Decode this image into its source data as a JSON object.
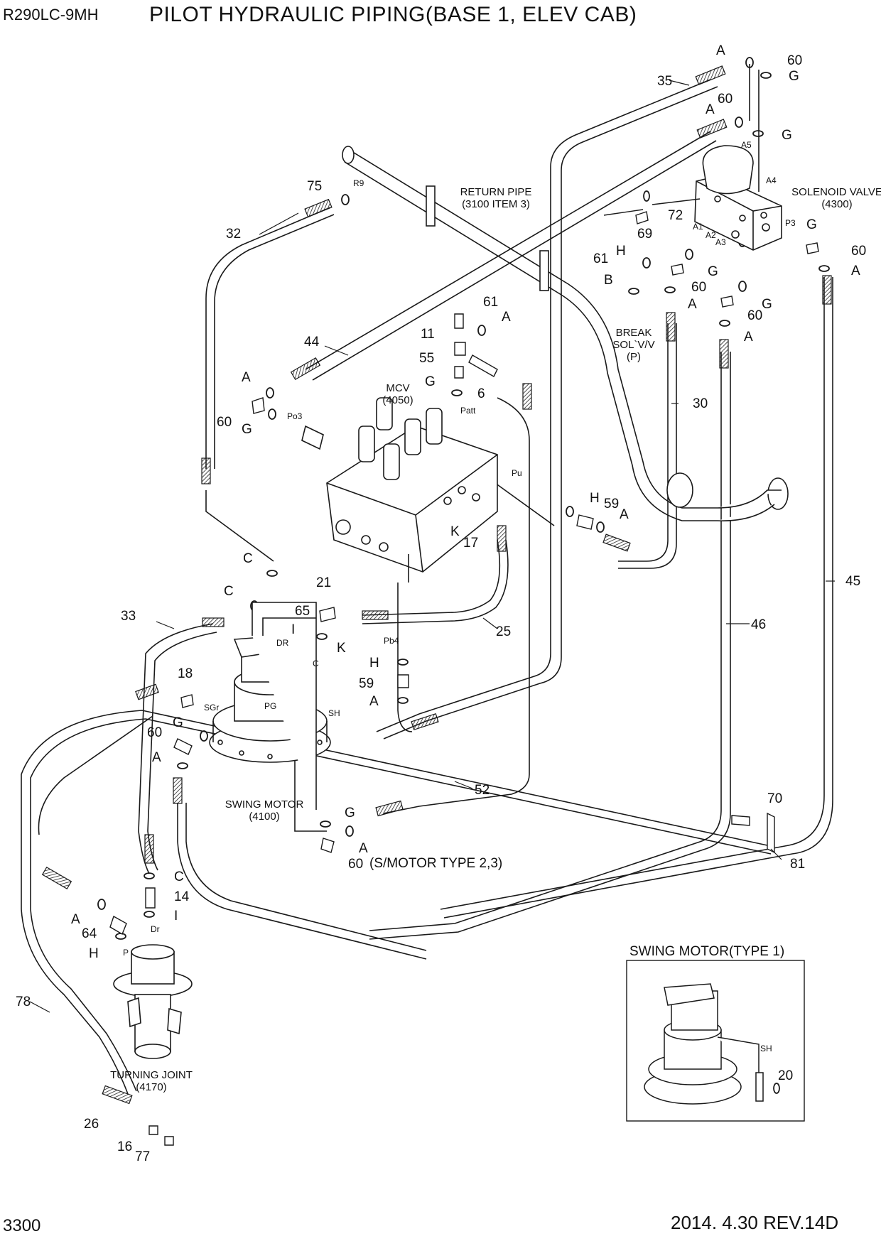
{
  "header": {
    "model": "R290LC-9MH",
    "title": "PILOT HYDRAULIC PIPING(BASE 1, ELEV CAB)"
  },
  "footer": {
    "page": "3300",
    "date_rev": "2014. 4.30  REV.14D"
  },
  "components": {
    "return_pipe": [
      "RETURN PIPE",
      "(3100 ITEM 3)"
    ],
    "solenoid_valve": [
      "SOLENOID VALVE",
      "(4300)"
    ],
    "mcv": [
      "MCV",
      "(4050)"
    ],
    "break_sol": [
      "BREAK",
      "SOL`V/V",
      "(P)"
    ],
    "swing_motor": [
      "SWING MOTOR",
      "(4100)"
    ],
    "turning_joint": [
      "TURNING JOINT",
      "(4170)"
    ],
    "smotor_type": "(S/MOTOR TYPE 2,3)",
    "inset_title": "SWING MOTOR(TYPE 1)"
  },
  "callouts": [
    {
      "id": "c1",
      "text": "A"
    },
    {
      "id": "c2",
      "text": "60"
    },
    {
      "id": "c3",
      "text": "G"
    },
    {
      "id": "c4",
      "text": "35"
    },
    {
      "id": "c5",
      "text": "A"
    },
    {
      "id": "c6",
      "text": "60"
    },
    {
      "id": "c7",
      "text": "G"
    },
    {
      "id": "c8",
      "text": "72"
    },
    {
      "id": "c9",
      "text": "69"
    },
    {
      "id": "c10",
      "text": "G"
    },
    {
      "id": "c11",
      "text": "60"
    },
    {
      "id": "c12",
      "text": "A"
    },
    {
      "id": "c13",
      "text": "61"
    },
    {
      "id": "c14",
      "text": "H"
    },
    {
      "id": "c15",
      "text": "B"
    },
    {
      "id": "c16",
      "text": "60"
    },
    {
      "id": "c17",
      "text": "A"
    },
    {
      "id": "c18",
      "text": "G"
    },
    {
      "id": "c19",
      "text": "G"
    },
    {
      "id": "c20",
      "text": "60"
    },
    {
      "id": "c21",
      "text": "A"
    },
    {
      "id": "c22",
      "text": "75"
    },
    {
      "id": "c23",
      "text": "32"
    },
    {
      "id": "c24",
      "text": "44"
    },
    {
      "id": "c25",
      "text": "61"
    },
    {
      "id": "c26",
      "text": "A"
    },
    {
      "id": "c27",
      "text": "11"
    },
    {
      "id": "c28",
      "text": "55"
    },
    {
      "id": "c29",
      "text": "G"
    },
    {
      "id": "c30",
      "text": "6"
    },
    {
      "id": "c31",
      "text": "30"
    },
    {
      "id": "c32",
      "text": "A"
    },
    {
      "id": "c33",
      "text": "60"
    },
    {
      "id": "c34",
      "text": "G"
    },
    {
      "id": "c35",
      "text": "H"
    },
    {
      "id": "c36",
      "text": "59"
    },
    {
      "id": "c37",
      "text": "A"
    },
    {
      "id": "c38",
      "text": "K"
    },
    {
      "id": "c39",
      "text": "17"
    },
    {
      "id": "c40",
      "text": "45"
    },
    {
      "id": "c41",
      "text": "C"
    },
    {
      "id": "c42",
      "text": "C"
    },
    {
      "id": "c43",
      "text": "65"
    },
    {
      "id": "c44",
      "text": "21"
    },
    {
      "id": "c45",
      "text": "33"
    },
    {
      "id": "c46",
      "text": "I"
    },
    {
      "id": "c47",
      "text": "K"
    },
    {
      "id": "c48",
      "text": "25"
    },
    {
      "id": "c49",
      "text": "46"
    },
    {
      "id": "c50",
      "text": "H"
    },
    {
      "id": "c51",
      "text": "18"
    },
    {
      "id": "c52",
      "text": "59"
    },
    {
      "id": "c53",
      "text": "A"
    },
    {
      "id": "c54",
      "text": "G"
    },
    {
      "id": "c55",
      "text": "60"
    },
    {
      "id": "c56",
      "text": "A"
    },
    {
      "id": "c57",
      "text": "52"
    },
    {
      "id": "c58",
      "text": "70"
    },
    {
      "id": "c59",
      "text": "G"
    },
    {
      "id": "c60",
      "text": "A"
    },
    {
      "id": "c61",
      "text": "60"
    },
    {
      "id": "c62",
      "text": "81"
    },
    {
      "id": "c63",
      "text": "C"
    },
    {
      "id": "c64",
      "text": "14"
    },
    {
      "id": "c65",
      "text": "A"
    },
    {
      "id": "c66",
      "text": "64"
    },
    {
      "id": "c67",
      "text": "I"
    },
    {
      "id": "c68",
      "text": "H"
    },
    {
      "id": "c69",
      "text": "78"
    },
    {
      "id": "c70",
      "text": "26"
    },
    {
      "id": "c71",
      "text": "16"
    },
    {
      "id": "c72",
      "text": "77"
    },
    {
      "id": "c73",
      "text": "20"
    }
  ],
  "ports": [
    {
      "id": "p1",
      "text": "A5"
    },
    {
      "id": "p2",
      "text": "A4"
    },
    {
      "id": "p3",
      "text": "P3"
    },
    {
      "id": "p4",
      "text": "A1"
    },
    {
      "id": "p5",
      "text": "A2"
    },
    {
      "id": "p6",
      "text": "A3"
    },
    {
      "id": "p7",
      "text": "R9"
    },
    {
      "id": "p8",
      "text": "Po3"
    },
    {
      "id": "p9",
      "text": "Patt"
    },
    {
      "id": "p10",
      "text": "Pu"
    },
    {
      "id": "p11",
      "text": "Pb4"
    },
    {
      "id": "p12",
      "text": "DR"
    },
    {
      "id": "p13",
      "text": "C"
    },
    {
      "id": "p14",
      "text": "SGr"
    },
    {
      "id": "p15",
      "text": "PG"
    },
    {
      "id": "p16",
      "text": "SH"
    },
    {
      "id": "p17",
      "text": "Dr"
    },
    {
      "id": "p18",
      "text": "P"
    },
    {
      "id": "p19",
      "text": "SH"
    }
  ],
  "colors": {
    "line": "#1a1a1a",
    "background": "#ffffff"
  }
}
